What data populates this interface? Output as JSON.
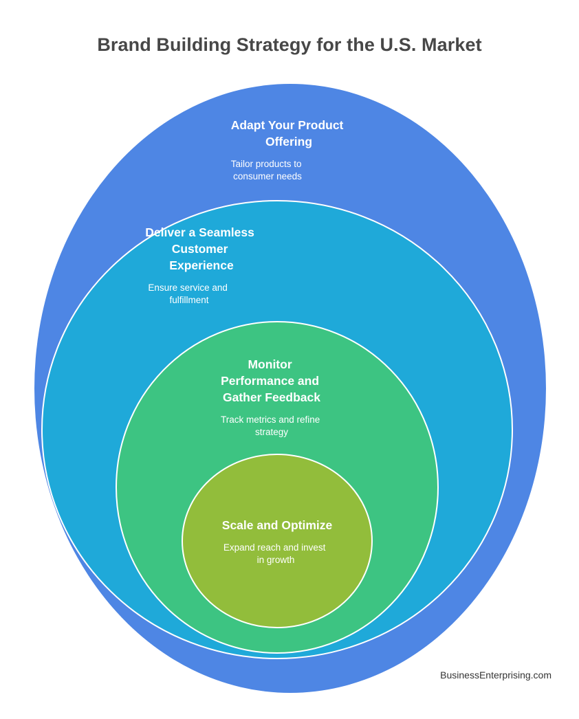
{
  "title": "Brand Building Strategy for the U.S. Market",
  "layers": [
    {
      "title_lines": [
        "Adapt Your Product",
        "Offering"
      ],
      "desc_lines": [
        "Tailor products to",
        "consumer needs"
      ],
      "color": "#4E86E4"
    },
    {
      "title_lines": [
        "Deliver a Seamless",
        "Customer",
        "Experience"
      ],
      "desc_lines": [
        "Ensure service and",
        "fulfillment"
      ],
      "color": "#1FA9D9"
    },
    {
      "title_lines": [
        "Monitor",
        "Performance and",
        "Gather Feedback"
      ],
      "desc_lines": [
        "Track metrics and refine",
        "strategy"
      ],
      "color": "#3DC482"
    },
    {
      "title_lines": [
        "Scale and Optimize"
      ],
      "desc_lines": [
        "Expand reach and invest",
        "in growth"
      ],
      "color": "#92BD3B"
    }
  ],
  "footer": "BusinessEnterprising.com"
}
